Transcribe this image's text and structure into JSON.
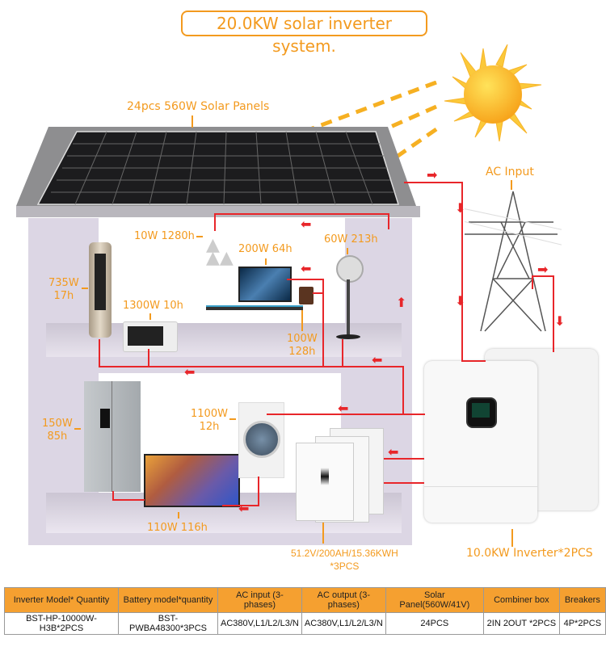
{
  "title": "20.0KW solar inverter system.",
  "labels": {
    "solar_panels": "24pcs 560W Solar Panels",
    "ac_input": "AC Input",
    "lamps": "10W 1280h",
    "computer": "200W 64h",
    "fan": "60W 213h",
    "air_cooler": [
      "735W",
      "17h"
    ],
    "microwave": "1300W 10h",
    "speaker": [
      "100W",
      "128h"
    ],
    "fridge": [
      "150W",
      "85h"
    ],
    "washer": [
      "1100W",
      "12h"
    ],
    "tv": "110W 116h",
    "battery": [
      "51.2V/200AH/15.36KWH",
      "*3PCS"
    ],
    "inverter": "10.0KW Inverter*2PCS"
  },
  "colors": {
    "accent": "#f39a1e",
    "wire": "#e8262a",
    "header": "#f5a030",
    "house": "#dcd6e4"
  },
  "spec_table": {
    "headers": [
      "Inverter Model* Quantity",
      "Battery model*quantity",
      "AC input (3-phases)",
      "AC output (3-phases)",
      "Solar Panel(560W/41V)",
      "Combiner box",
      "Breakers"
    ],
    "rows": [
      [
        "BST-HP-10000W-H3B*2PCS",
        "BST-PWBA48300*3PCS",
        "AC380V,L1/L2/L3/N",
        "AC380V,L1/L2/L3/N",
        "24PCS",
        "2IN 2OUT *2PCS",
        "4P*2PCS"
      ]
    ]
  }
}
